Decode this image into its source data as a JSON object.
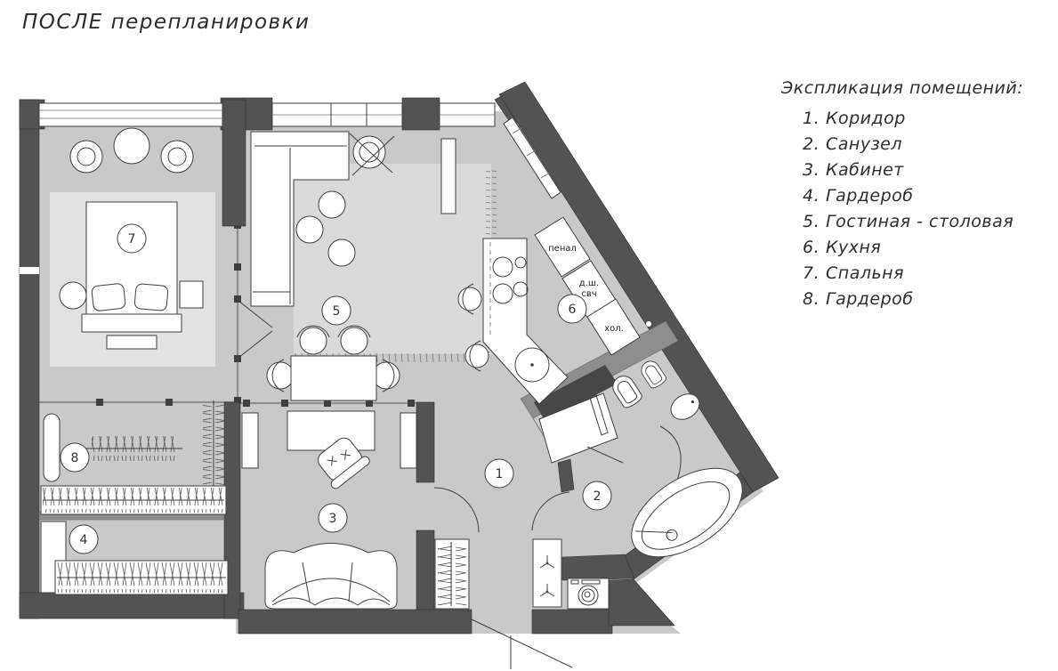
{
  "title": "ПОСЛЕ перепланировки",
  "legend": {
    "heading": "Экспликация помещений:",
    "items": [
      {
        "num": "1.",
        "label": "Коридор"
      },
      {
        "num": "2.",
        "label": "Санузел"
      },
      {
        "num": "3.",
        "label": "Кабинет"
      },
      {
        "num": "4.",
        "label": "Гардероб"
      },
      {
        "num": "5.",
        "label": "Гостиная - столовая"
      },
      {
        "num": "6.",
        "label": "Кухня"
      },
      {
        "num": "7.",
        "label": "Спальня"
      },
      {
        "num": "8.",
        "label": "Гардероб"
      }
    ]
  },
  "plan": {
    "room_numbers": {
      "corridor": "1",
      "bathroom": "2",
      "office": "3",
      "wardrobe_small": "4",
      "living_dining": "5",
      "kitchen": "6",
      "bedroom": "7",
      "wardrobe_large": "8"
    },
    "kitchen_labels": {
      "tall_cabinet": "пенал",
      "oven": "д.ш.",
      "microwave": "свч",
      "fridge": "хол."
    }
  },
  "colors": {
    "wall": "#535353",
    "floor": "#c9c9c9",
    "rug": "#e2e2e2",
    "line": "#3f3f3f",
    "background": "#ffffff"
  }
}
